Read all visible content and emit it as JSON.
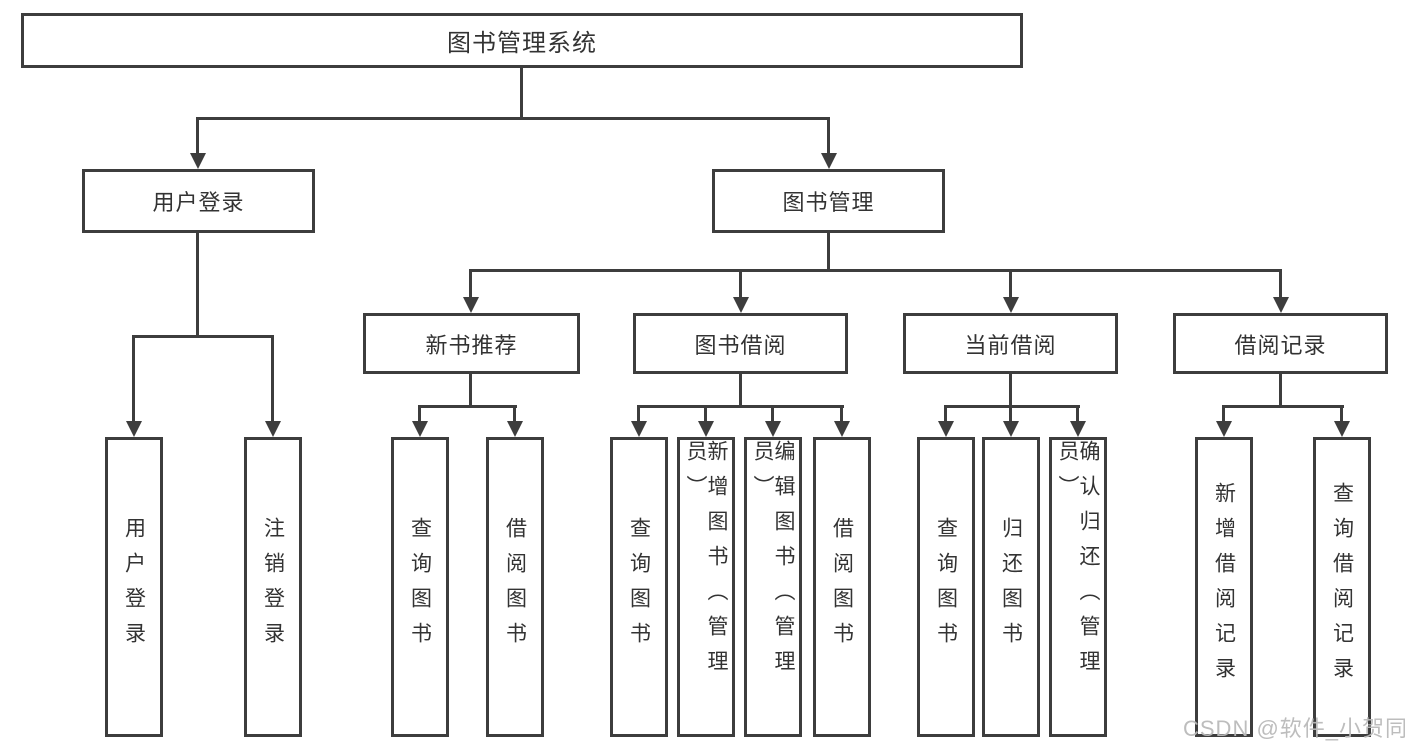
{
  "nodes": {
    "root": {
      "label": "图书管理系统"
    },
    "level2": [
      {
        "id": "user-login",
        "label": "用户登录"
      },
      {
        "id": "book-management",
        "label": "图书管理"
      }
    ],
    "level3": [
      {
        "id": "new-book-recommend",
        "label": "新书推荐"
      },
      {
        "id": "book-borrowing",
        "label": "图书借阅"
      },
      {
        "id": "current-borrowing",
        "label": "当前借阅"
      },
      {
        "id": "borrowing-records",
        "label": "借阅记录"
      }
    ],
    "leaves": {
      "user_login": [
        {
          "label": "用户登录"
        },
        {
          "label": "注销登录"
        }
      ],
      "new_book_recommend": [
        {
          "label": "查询图书"
        },
        {
          "label": "借阅图书"
        }
      ],
      "book_borrowing": [
        {
          "label": "查询图书"
        },
        {
          "label": "新增图书（管理员）"
        },
        {
          "label": "编辑图书（管理员）"
        },
        {
          "label": "借阅图书"
        }
      ],
      "current_borrowing": [
        {
          "label": "查询图书"
        },
        {
          "label": "归还图书"
        },
        {
          "label": "确认归还（管理员）"
        }
      ],
      "borrowing_records": [
        {
          "label": "新增借阅记录"
        },
        {
          "label": "查询借阅记录"
        }
      ]
    }
  },
  "watermark": "CSDN @软件_小贺同学",
  "colors": {
    "line": "#3d3d3d",
    "text": "#333333",
    "watermark": "#b9b9b9",
    "background": "#ffffff"
  }
}
